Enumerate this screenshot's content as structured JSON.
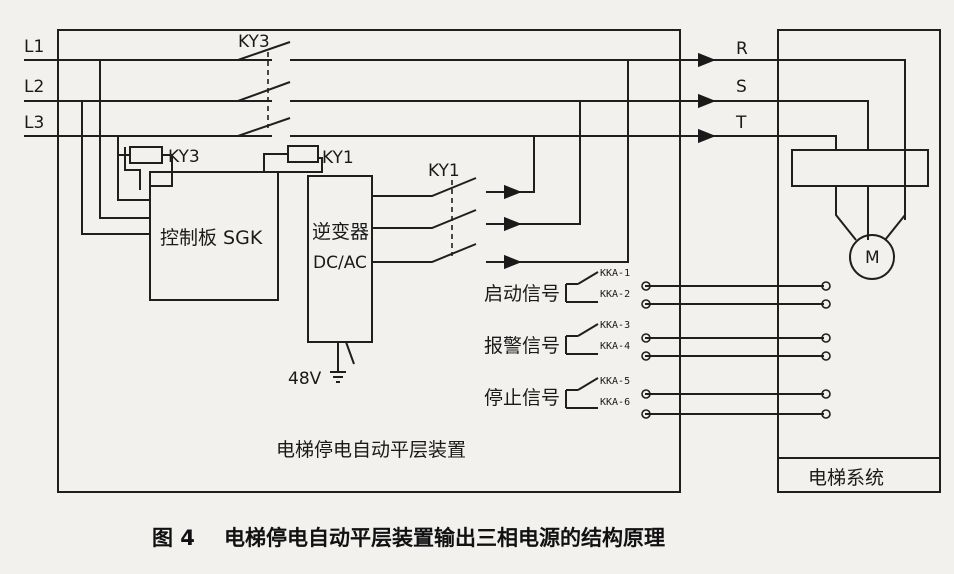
{
  "lines": {
    "l1": "L1",
    "l2": "L2",
    "l3": "L3"
  },
  "phases": {
    "r": "R",
    "s": "S",
    "t": "T"
  },
  "labels": {
    "ky3_contact": "KY3",
    "ky3_relay": "KY3",
    "ky1_relay": "KY1",
    "ky1_contact": "KY1",
    "board": "控制板 SGK",
    "inverter_line1": "逆变器",
    "inverter_line2": "DC/AC",
    "battery": "48V",
    "motor": "M",
    "device": "电梯停电自动平层装置",
    "system": "电梯系统"
  },
  "signals": [
    {
      "name": "启动信号",
      "contacts": [
        "KKA-1",
        "KKA-2"
      ]
    },
    {
      "name": "报警信号",
      "contacts": [
        "KKA-3",
        "KKA-4"
      ]
    },
    {
      "name": "停止信号",
      "contacts": [
        "KKA-5",
        "KKA-6"
      ]
    }
  ],
  "caption": {
    "figure": "图 4",
    "text": "电梯停电自动平层装置输出三相电源的结构原理"
  }
}
